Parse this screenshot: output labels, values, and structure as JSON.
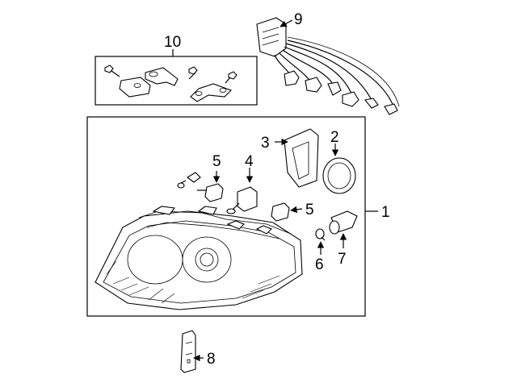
{
  "diagram": {
    "callouts": {
      "c1": "1",
      "c2": "2",
      "c3": "3",
      "c4": "4",
      "c5a": "5",
      "c5b": "5",
      "c6": "6",
      "c7": "7",
      "c8": "8",
      "c9": "9",
      "c10": "10"
    }
  }
}
